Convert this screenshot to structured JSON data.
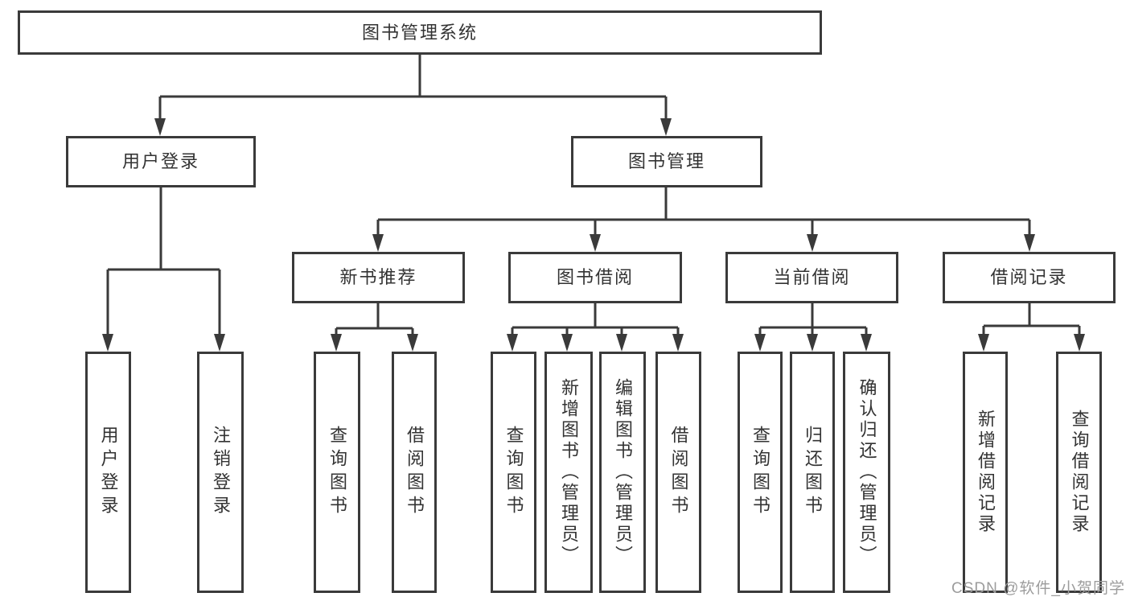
{
  "tree": {
    "label": "图书管理系统",
    "children": [
      {
        "label": "用户登录",
        "children": [
          {
            "label": "用户登录"
          },
          {
            "label": "注销登录"
          }
        ]
      },
      {
        "label": "图书管理",
        "children": [
          {
            "label": "新书推荐",
            "children": [
              {
                "label": "查询图书"
              },
              {
                "label": "借阅图书"
              }
            ]
          },
          {
            "label": "图书借阅",
            "children": [
              {
                "label": "查询图书"
              },
              {
                "label": "新增图书（管理员）"
              },
              {
                "label": "编辑图书（管理员）"
              },
              {
                "label": "借阅图书"
              }
            ]
          },
          {
            "label": "当前借阅",
            "children": [
              {
                "label": "查询图书"
              },
              {
                "label": "归还图书"
              },
              {
                "label": "确认归还（管理员）"
              }
            ]
          },
          {
            "label": "借阅记录",
            "children": [
              {
                "label": "新增借阅记录"
              },
              {
                "label": "查询借阅记录"
              }
            ]
          }
        ]
      }
    ]
  },
  "watermark": {
    "text": "CSDN @软件_小贺同学"
  },
  "colors": {
    "line": "#3a3a3a",
    "text": "#333333",
    "watermark": "#9c9c9c",
    "background": "#ffffff"
  }
}
